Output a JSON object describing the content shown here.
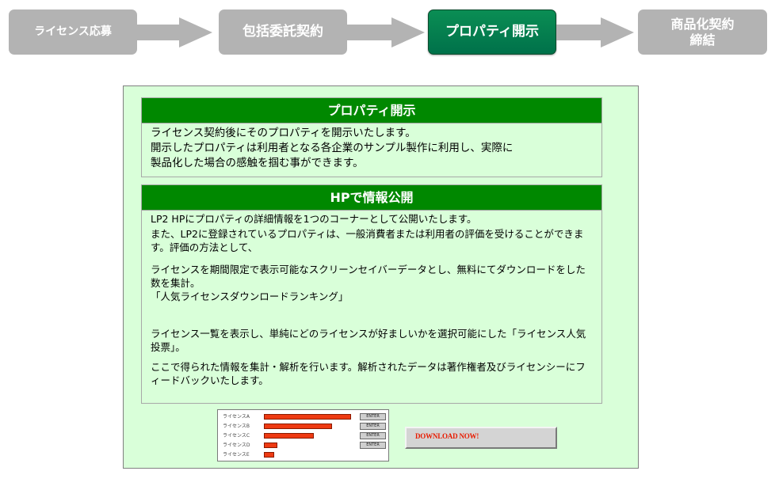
{
  "flow": {
    "steps": [
      {
        "label": "ライセンス応募"
      },
      {
        "label": "包括委託契約"
      },
      {
        "label": "プロパティ開示"
      },
      {
        "label": "商品化契約\n締結"
      }
    ],
    "active_index": 2,
    "colors": {
      "inactive": "#b3b3b3",
      "active": "#00794c",
      "arrow": "#b3b3b3"
    }
  },
  "panel": {
    "colors": {
      "background": "#d9ffd9",
      "header": "#008800"
    },
    "section1": {
      "title": "プロパティ開示",
      "lines": [
        "ライセンス契約後にそのプロパティを開示いたします。",
        "開示したプロパティは利用者となる各企業のサンプル製作に利用し、実際に",
        "製品化した場合の感触を掴む事ができます。"
      ]
    },
    "section2": {
      "title": "HPで情報公開",
      "p1": "LP2 HPにプロパティの詳細情報を1つのコーナーとして公開いたします。",
      "p2": "また、LP2に登録されているプロパティは、一般消費者または利用者の評価を受けることができます。評価の方法として、",
      "p3a": "ライセンスを期間限定で表示可能なスクリーンセイバーデータとし、無料にてダウンロードをした数を集計。",
      "p3b": "「人気ライセンスダウンロードランキング」",
      "p4": "ライセンス一覧を表示し、単純にどのライセンスが好ましいかを選択可能にした「ライセンス人気投票」。",
      "p5": "ここで得られた情報を集計・解析を行います。解析されたデータは著作権者及びライセンシーにフィードバックいたします。"
    }
  },
  "ranking": {
    "enter_label": "ENTER",
    "max": 100,
    "rows": [
      {
        "label": "ライセンスA",
        "value": 100
      },
      {
        "label": "ライセンスB",
        "value": 78
      },
      {
        "label": "ライセンスC",
        "value": 57
      },
      {
        "label": "ライセンスD",
        "value": 15
      },
      {
        "label": "ライセンスE",
        "value": 12
      }
    ],
    "bar_color": "#ee3a12"
  },
  "download": {
    "label": "DOWNLOAD NOW!",
    "color": "#e81b00"
  }
}
